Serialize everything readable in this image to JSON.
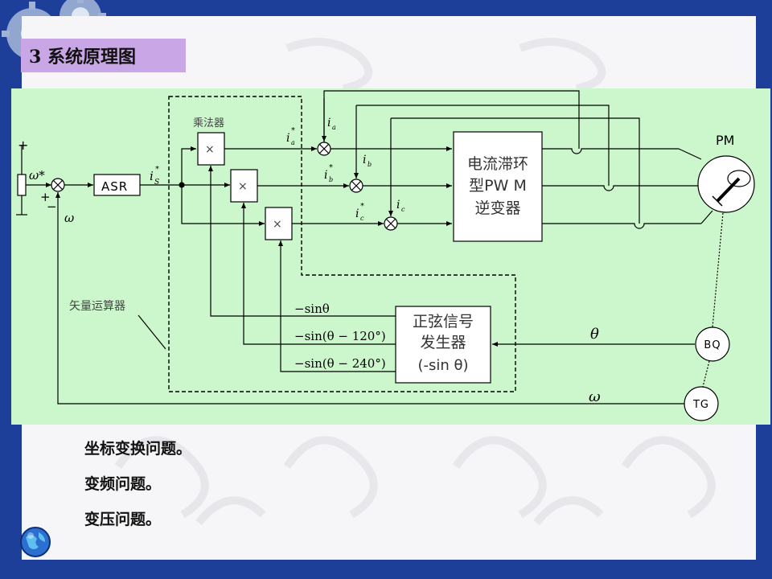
{
  "slide": {
    "title": "3  系统原理图",
    "colors": {
      "background": "#1d3f9a",
      "panel": "#f6f6f8",
      "title_box": "#c9a6e6",
      "diagram_bg": "#ccf7cc"
    }
  },
  "diagram": {
    "multiplier_label": "乘法器",
    "vector_unit_label": "矢量运算器",
    "asr": "ASR",
    "is_ref": "i",
    "is_ref_sub": "S",
    "is_ref_sup": "*",
    "omega_ref": "ω*",
    "omega": "ω",
    "plus": "+",
    "minus": "−",
    "times": "×",
    "ia_ref": "i",
    "ib_ref": "i",
    "ic_ref": "i",
    "ia": "i",
    "ib": "i",
    "ic": "i",
    "sub_a": "a",
    "sub_b": "b",
    "sub_c": "c",
    "star": "*",
    "inverter_line1": "电流滞环",
    "inverter_line2": "型PW M",
    "inverter_line3": "逆变器",
    "motor": "PM",
    "sine_gen_line1": "正弦信号",
    "sine_gen_line2": "发生器",
    "sine_gen_line3": "(-sin θ)",
    "sig1": "−sinθ",
    "sig2": "−sin(θ − 120°)",
    "sig3": "−sin(θ − 240°)",
    "theta": "θ",
    "omega_fb": "ω",
    "bq": "BQ",
    "tg": "TG"
  },
  "notes": [
    "坐标变换问题。",
    "变频问题。",
    "变压问题。"
  ]
}
